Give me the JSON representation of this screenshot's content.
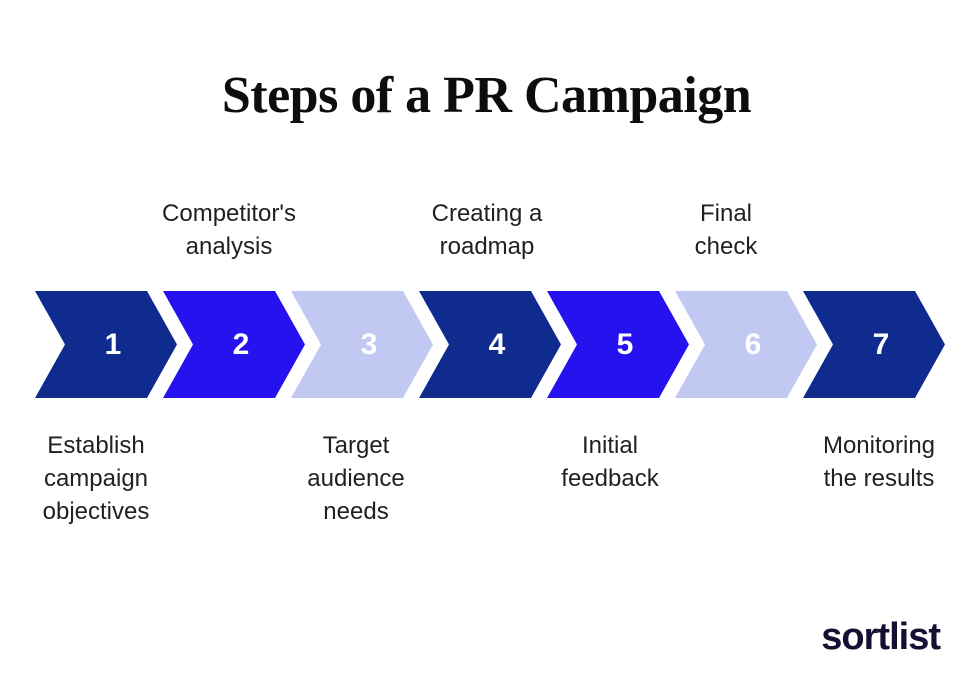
{
  "title": {
    "text": "Steps of a PR Campaign"
  },
  "steps": [
    {
      "number": "1",
      "label": "Establish\ncampaign\nobjectives",
      "label_position": "below",
      "color": "#0F2B8E"
    },
    {
      "number": "2",
      "label": "Competitor's\nanalysis",
      "label_position": "above",
      "color": "#2512EF"
    },
    {
      "number": "3",
      "label": "Target\naudience\nneeds",
      "label_position": "below",
      "color": "#C1C9F3"
    },
    {
      "number": "4",
      "label": "Creating a\nroadmap",
      "label_position": "above",
      "color": "#0F2B8E"
    },
    {
      "number": "5",
      "label": "Initial\nfeedback",
      "label_position": "below",
      "color": "#2512EF"
    },
    {
      "number": "6",
      "label": "Final\ncheck",
      "label_position": "above",
      "color": "#C1C9F3"
    },
    {
      "number": "7",
      "label": "Monitoring\nthe results",
      "label_position": "below",
      "color": "#0F2B8E"
    }
  ],
  "logo": {
    "text": "sortlist"
  },
  "colors": {
    "background": "#FFFFFF",
    "dark_blue": "#0F2B8E",
    "bright_blue": "#2512EF",
    "light_blue": "#C1C9F3",
    "number_text": "#FFFFFF",
    "title_text": "#0D0D0D",
    "label_text": "#212121",
    "logo_text": "#131031"
  }
}
